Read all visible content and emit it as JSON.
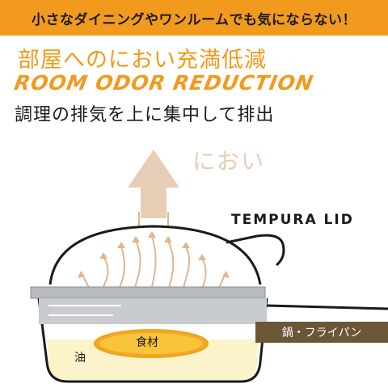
{
  "banner": {
    "text": "小さなダイニングやワンルームでも気にならない！"
  },
  "heading": {
    "title_jp": "部屋へのにおい充満低減",
    "title_en": "ROOM ODOR REDUCTION",
    "subtitle": "調理の排気を上に集中して排出"
  },
  "diagram": {
    "odor_label": "におい",
    "lid_label": "TEMPURA LID",
    "pan_label": "鍋・フライパン",
    "food_label": "食材",
    "oil_label": "油"
  },
  "colors": {
    "accent": "#f29a1d",
    "arrow": "#e8cdb6",
    "pan_label_bg": "#6b5636",
    "oil": "#fbf3c9",
    "food": "#f6a623"
  }
}
